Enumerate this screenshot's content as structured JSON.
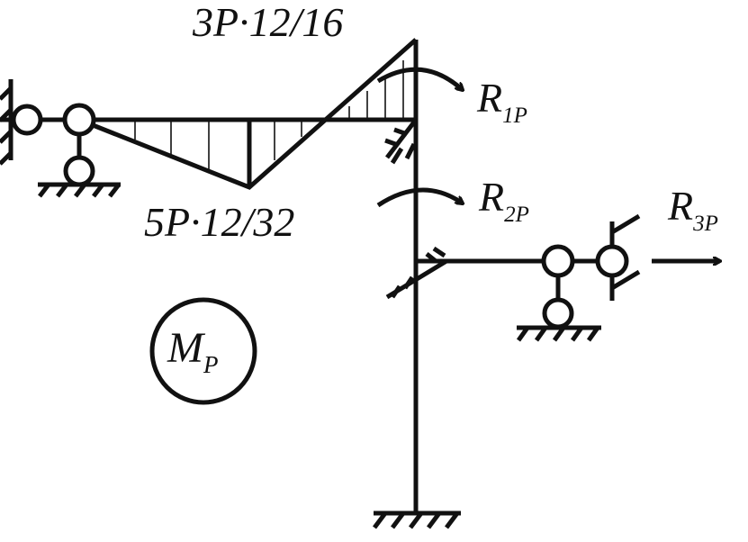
{
  "labels": {
    "top_moment": "3P·12/16",
    "bottom_moment": "5P·12/32",
    "r1": {
      "main": "R",
      "sub": "1P"
    },
    "r2": {
      "main": "R",
      "sub": "2P"
    },
    "r3": {
      "main": "R",
      "sub": "3P"
    },
    "diagram_tag": {
      "main": "M",
      "sub": "P"
    }
  },
  "colors": {
    "ink": "#111111",
    "background": "#ffffff"
  }
}
